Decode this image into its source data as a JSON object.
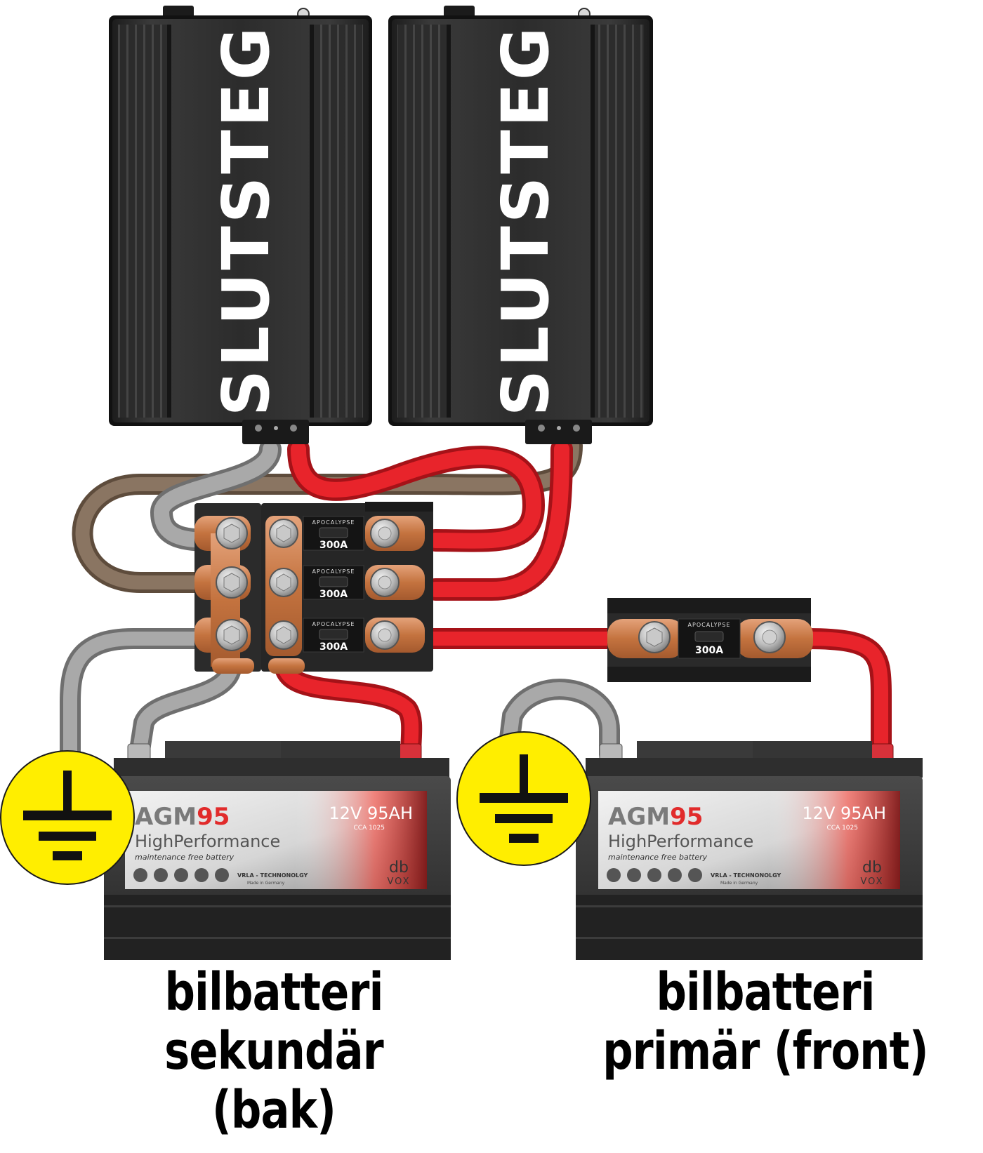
{
  "amplifiers": [
    {
      "label": "SLUTSTEG"
    },
    {
      "label": "SLUTSTEG"
    }
  ],
  "fuses": [
    {
      "brand": "APOCALYPSE",
      "rating": "300A"
    },
    {
      "brand": "APOCALYPSE",
      "rating": "300A"
    },
    {
      "brand": "APOCALYPSE",
      "rating": "300A"
    },
    {
      "brand": "APOCALYPSE",
      "rating": "300A"
    }
  ],
  "batteries": [
    {
      "model_prefix": "AGM",
      "model_number": "95",
      "spec": "12V 95AH",
      "cca": "CCA 1025",
      "line": "HighPerformance",
      "tagline": "maintenance free battery",
      "tech": "VRLA - TECHNONOLGY",
      "origin": "Made in Germany",
      "brand_top": "db",
      "brand_bottom": "VOX"
    },
    {
      "model_prefix": "AGM",
      "model_number": "95",
      "spec": "12V 95AH",
      "cca": "CCA 1025",
      "line": "HighPerformance",
      "tagline": "maintenance free battery",
      "tech": "VRLA - TECHNONOLGY",
      "origin": "Made in Germany",
      "brand_top": "db",
      "brand_bottom": "VOX"
    }
  ],
  "captions": {
    "secondary": {
      "line1": "bilbatteri",
      "line2": "sekundär (bak)"
    },
    "primary": {
      "line1": "bilbatteri",
      "line2": "primär (front)"
    }
  },
  "colors": {
    "positive_cable": "#e8242b",
    "ground_cable": "#9a9a9a",
    "remote_cable": "#7d6a58",
    "ground_symbol_bg": "#ffee00",
    "amp_body": "#2f2f2f",
    "copper": "#c87a4a"
  },
  "icons": {
    "ground": "ground-symbol-icon",
    "fuse": "fuse-icon",
    "bolt": "terminal-bolt-icon"
  }
}
